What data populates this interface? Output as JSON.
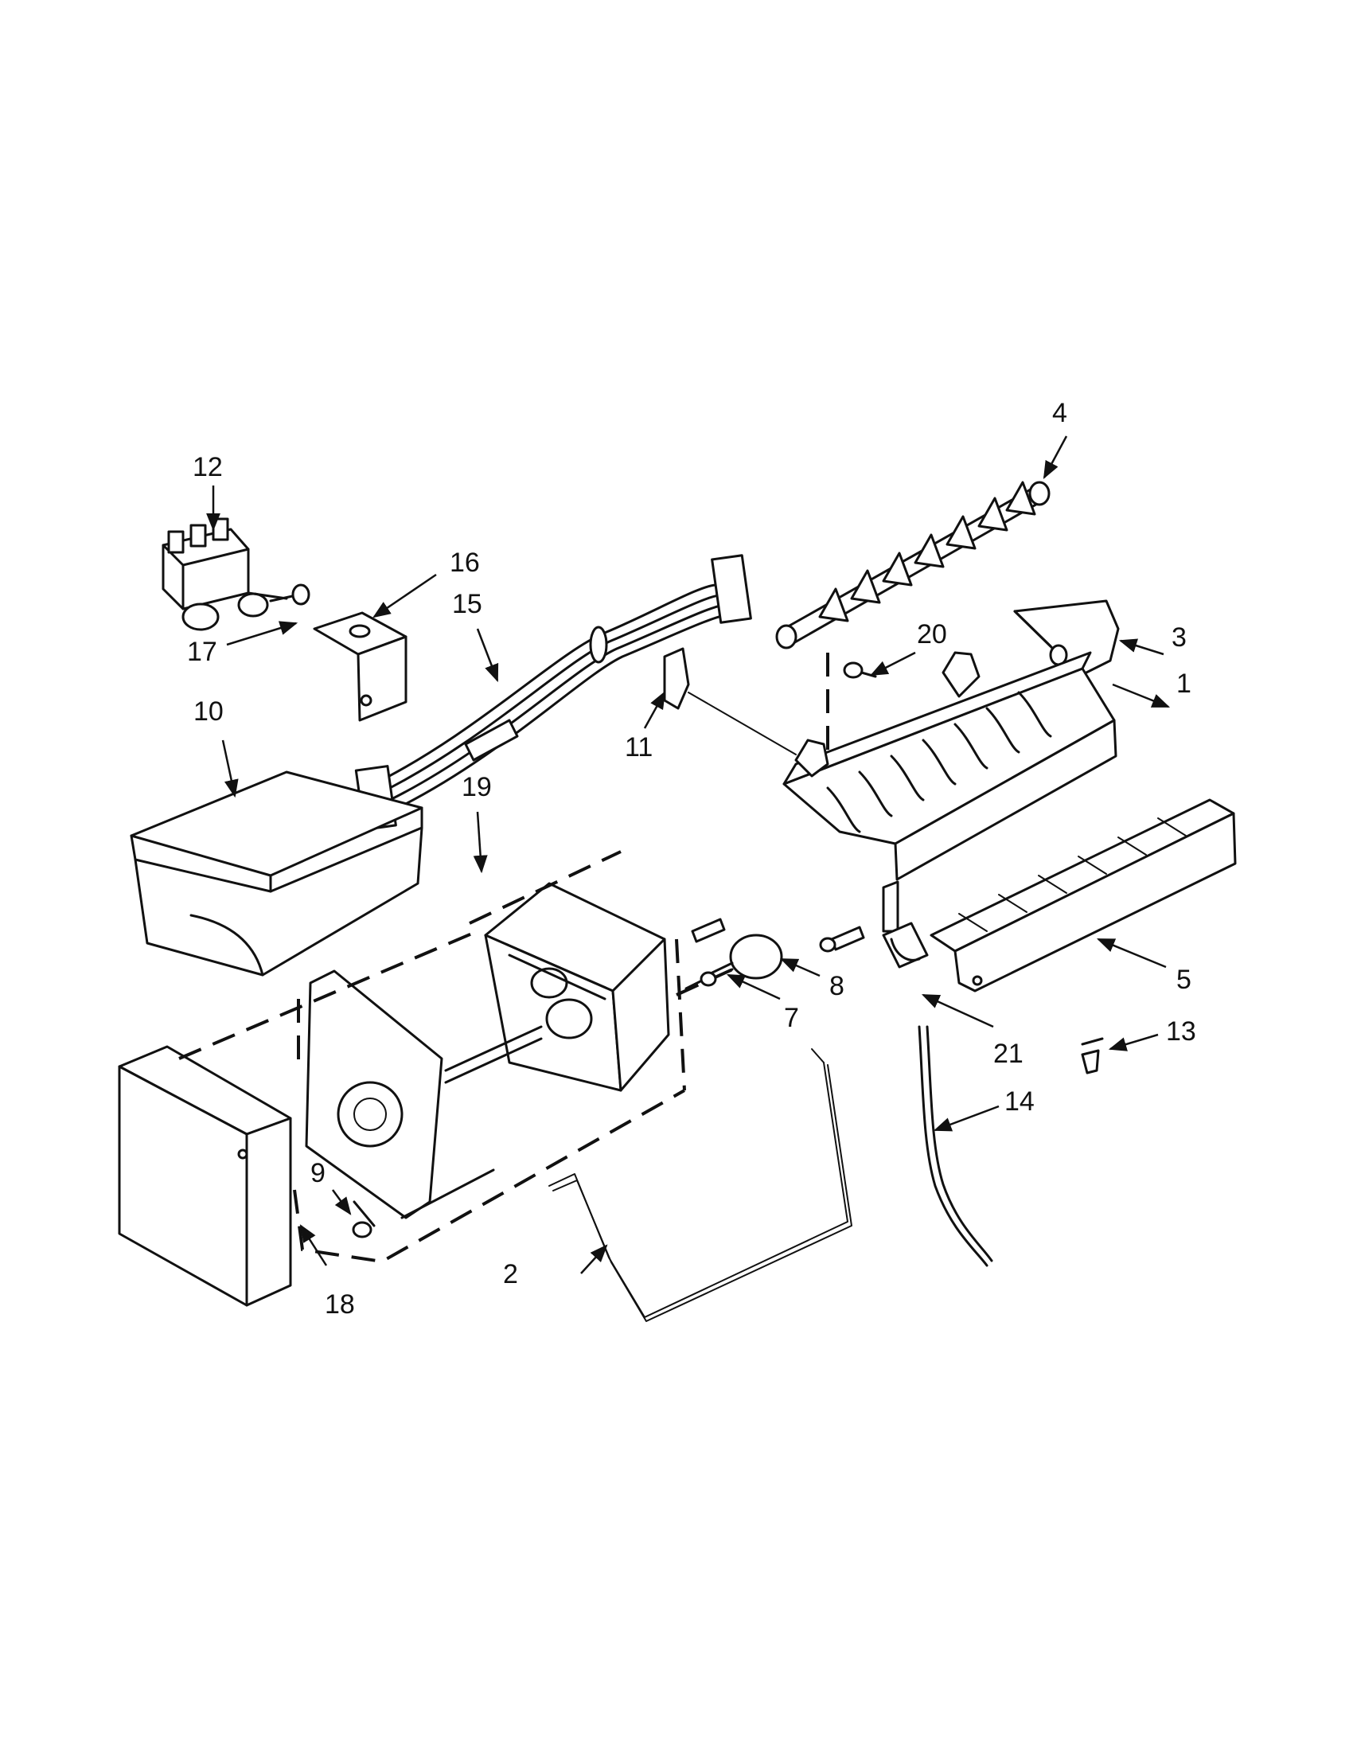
{
  "diagram": {
    "labels": [
      "1",
      "2",
      "3",
      "4",
      "5",
      "7",
      "8",
      "9",
      "10",
      "11",
      "12",
      "13",
      "14",
      "15",
      "16",
      "17",
      "18",
      "19",
      "20",
      "21"
    ]
  }
}
